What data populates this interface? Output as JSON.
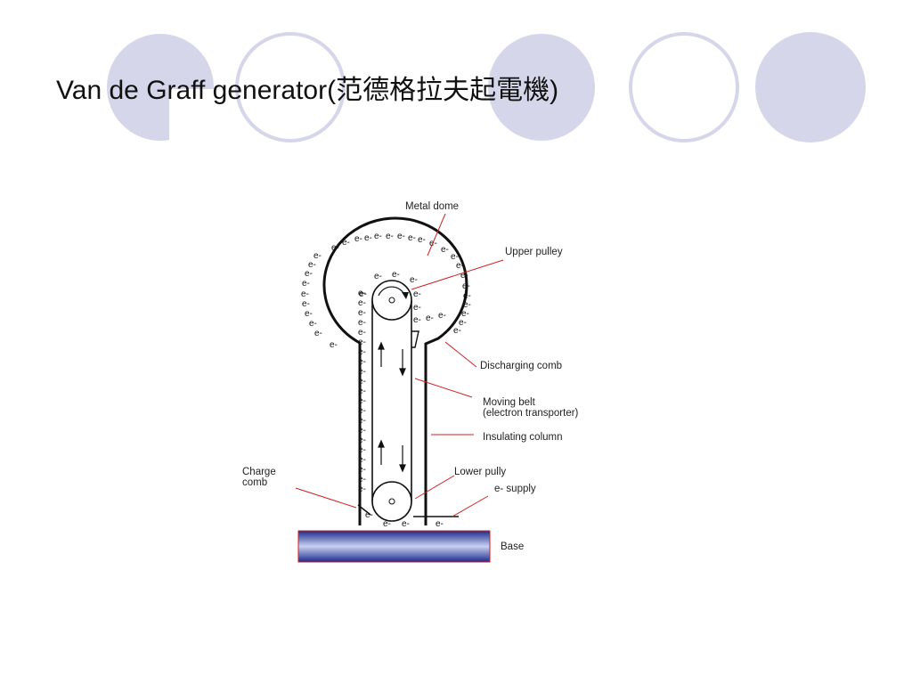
{
  "slide": {
    "title": "Van de Graff generator(范德格拉夫起電機)"
  },
  "diagram": {
    "labels": {
      "metal_dome": "Metal dome",
      "upper_pulley": "Upper pulley",
      "discharging_comb": "Discharging comb",
      "moving_belt_line1": "Moving belt",
      "moving_belt_line2": "(electron transporter)",
      "insulating_column": "Insulating column",
      "lower_pully": "Lower pully",
      "e_supply": "e- supply",
      "charge_comb_line1": "Charge",
      "charge_comb_line2": "comb",
      "base": "Base"
    },
    "charge_symbol": "e-"
  },
  "theme": {
    "circle_fill": "#d6d6eb",
    "circle_stroke": "#d6d6eb",
    "pointer_line": "#cc2222",
    "base_dark": "#1c2a8c",
    "base_light": "#c8d0f0"
  }
}
